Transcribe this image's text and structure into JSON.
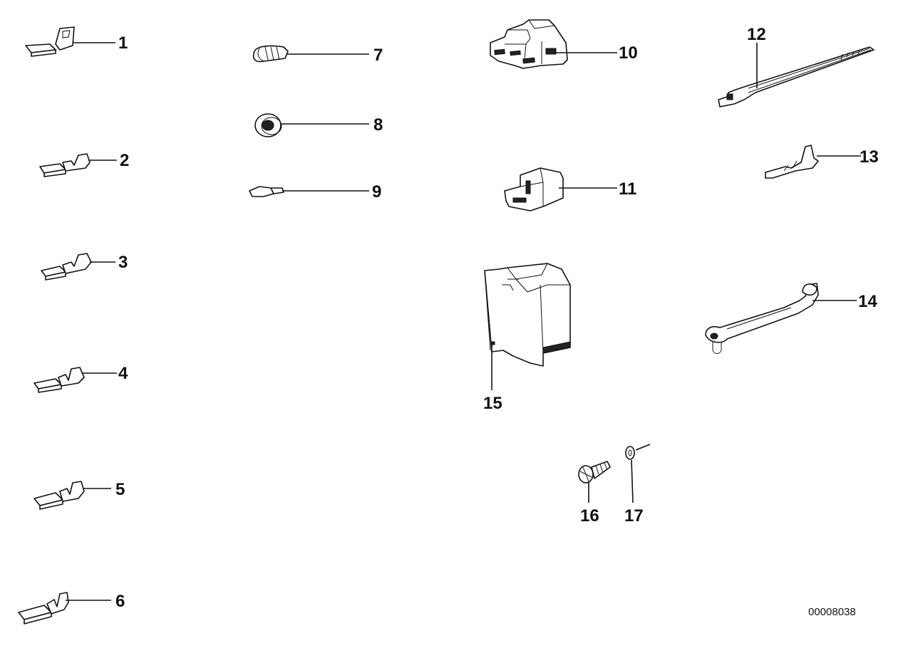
{
  "diagram": {
    "drawing_code": "00008038",
    "callouts": [
      {
        "id": "1",
        "label": "1"
      },
      {
        "id": "2",
        "label": "2"
      },
      {
        "id": "3",
        "label": "3"
      },
      {
        "id": "4",
        "label": "4"
      },
      {
        "id": "5",
        "label": "5"
      },
      {
        "id": "6",
        "label": "6"
      },
      {
        "id": "7",
        "label": "7"
      },
      {
        "id": "8",
        "label": "8"
      },
      {
        "id": "9",
        "label": "9"
      },
      {
        "id": "10",
        "label": "10"
      },
      {
        "id": "11",
        "label": "11"
      },
      {
        "id": "12",
        "label": "12"
      },
      {
        "id": "13",
        "label": "13"
      },
      {
        "id": "14",
        "label": "14"
      },
      {
        "id": "15",
        "label": "15"
      },
      {
        "id": "16",
        "label": "16"
      },
      {
        "id": "17",
        "label": "17"
      }
    ]
  }
}
